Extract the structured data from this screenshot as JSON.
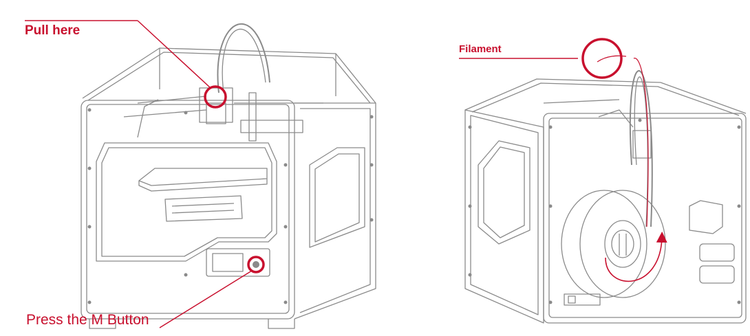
{
  "labels": {
    "pull_here": "Pull here",
    "filament": "Filament",
    "press_m_button": "Press the M Button"
  },
  "colors": {
    "annotation_red": "#c8102e",
    "line_art": "#8a8a8a",
    "background": "#ffffff"
  }
}
